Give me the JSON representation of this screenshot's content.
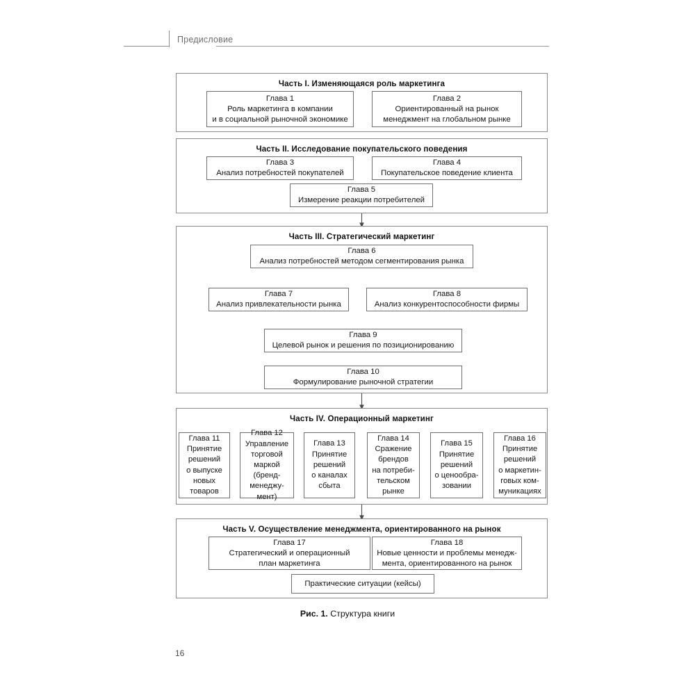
{
  "header": {
    "title": "Предисловие"
  },
  "caption": {
    "label": "Рис. 1.",
    "text": " Структура книги"
  },
  "folio": {
    "page_number": "16"
  },
  "parts": [
    {
      "id": "part-1",
      "title": "Часть I. Изменяющаяся роль маркетинга",
      "chapters": [
        {
          "id": "chapter-1",
          "number": "Глава 1",
          "lines": [
            "Роль маркетинга в компании",
            "и в социальной рыночной экономике"
          ]
        },
        {
          "id": "chapter-2",
          "number": "Глава 2",
          "lines": [
            "Ориентированный на рынок",
            "менеджмент на глобальном рынке"
          ]
        }
      ]
    },
    {
      "id": "part-2",
      "title": "Часть II. Исследование покупательского поведения",
      "chapters": [
        {
          "id": "chapter-3",
          "number": "Глава 3",
          "lines": [
            "Анализ потребностей покупателей"
          ]
        },
        {
          "id": "chapter-4",
          "number": "Глава 4",
          "lines": [
            "Покупательское поведение клиента"
          ]
        },
        {
          "id": "chapter-5",
          "number": "Глава 5",
          "lines": [
            "Измерение реакции потребителей"
          ]
        }
      ]
    },
    {
      "id": "part-3",
      "title": "Часть III. Стратегический маркетинг",
      "chapters": [
        {
          "id": "chapter-6",
          "number": "Глава 6",
          "lines": [
            "Анализ потребностей методом сегментирования рынка"
          ]
        },
        {
          "id": "chapter-7",
          "number": "Глава 7",
          "lines": [
            "Анализ привлекательности рынка"
          ]
        },
        {
          "id": "chapter-8",
          "number": "Глава 8",
          "lines": [
            "Анализ конкурентоспособности фирмы"
          ]
        },
        {
          "id": "chapter-9",
          "number": "Глава 9",
          "lines": [
            "Целевой рынок и решения по позиционированию"
          ]
        },
        {
          "id": "chapter-10",
          "number": "Глава 10",
          "lines": [
            "Формулирование рыночной стратегии"
          ]
        }
      ]
    },
    {
      "id": "part-4",
      "title": "Часть IV. Операционный маркетинг",
      "chapters": [
        {
          "id": "chapter-11",
          "number": "Глава 11",
          "lines": [
            "Принятие",
            "решений",
            "о выпуске",
            "новых",
            "товаров"
          ]
        },
        {
          "id": "chapter-12",
          "number": "Глава 12",
          "lines": [
            "Управление",
            "торговой",
            "маркой",
            "(бренд-",
            "менеджу-",
            "мент)"
          ]
        },
        {
          "id": "chapter-13",
          "number": "Глава 13",
          "lines": [
            "Принятие",
            "решений",
            "о каналах",
            "сбыта"
          ]
        },
        {
          "id": "chapter-14",
          "number": "Глава 14",
          "lines": [
            "Сражение",
            "брендов",
            "на потреби-",
            "тельском",
            "рынке"
          ]
        },
        {
          "id": "chapter-15",
          "number": "Глава 15",
          "lines": [
            "Принятие",
            "решений",
            "о ценообра-",
            "зовании"
          ]
        },
        {
          "id": "chapter-16",
          "number": "Глава 16",
          "lines": [
            "Принятие",
            "решений",
            "о маркетин-",
            "говых ком-",
            "муникациях"
          ]
        }
      ]
    },
    {
      "id": "part-5",
      "title": "Часть V. Осуществление менеджмента, ориентированного на рынок",
      "chapters": [
        {
          "id": "chapter-17",
          "number": "Глава 17",
          "lines": [
            "Стратегический и операционный",
            "план маркетинга"
          ]
        },
        {
          "id": "chapter-18",
          "number": "Глава 18",
          "lines": [
            "Новые ценности и проблемы менедж-",
            "мента, ориентированного на рынок"
          ]
        },
        {
          "id": "cases",
          "number": "",
          "lines": [
            "Практические ситуации (кейсы)"
          ]
        }
      ]
    }
  ],
  "colors": {
    "frame_border": "#8a8a8a",
    "box_border": "#6f6f6f",
    "connector": "#6f6f6f",
    "header_rule": "#9a9a9a",
    "text": "#141414"
  }
}
